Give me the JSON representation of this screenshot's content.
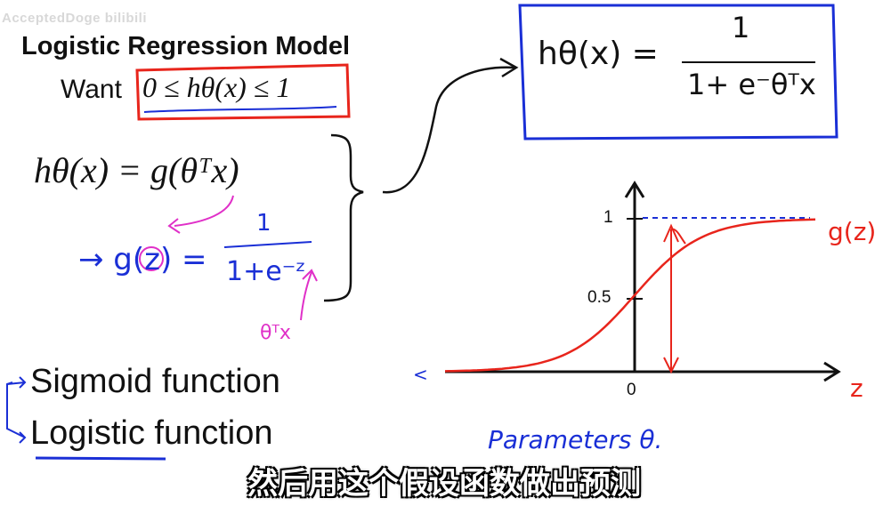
{
  "watermark": "AcceptedDoge bilibili",
  "slide": {
    "title": "Logistic Regression Model",
    "want_label": "Want",
    "want_expression": "0 ≤ hθ(x) ≤ 1",
    "hypothesis": "hθ(x) = g(θᵀx)",
    "g_def_lhs": "→ g(z) =",
    "g_def_numerator": "1",
    "g_def_denominator": "1+e⁻ᶻ",
    "annotation_theta": "θᵀx",
    "sigmoid_label": "Sigmoid function",
    "logistic_label": "Logistic function",
    "boxed_formula_lhs": "hθ(x) =",
    "boxed_formula_numerator": "1",
    "boxed_formula_denominator": "1+ e⁻θᵀx",
    "parameters_note": "Parameters θ."
  },
  "chart_data": {
    "type": "line",
    "title": "",
    "series": [
      {
        "name": "g(z)",
        "function": "sigmoid",
        "color": "#e8251c"
      }
    ],
    "x_axis_label": "z",
    "y_axis_label": "",
    "y_ticks": [
      "1",
      "0.5"
    ],
    "x_ticks": [
      "0"
    ],
    "curve_label": "g(z)"
  },
  "subtitle": "然后用这个假设函数做出预测",
  "colors": {
    "ink": "#111111",
    "red": "#e8251c",
    "blue": "#1a2fd6",
    "magenta": "#e030c8",
    "subtitle_text": "#ffffff"
  }
}
